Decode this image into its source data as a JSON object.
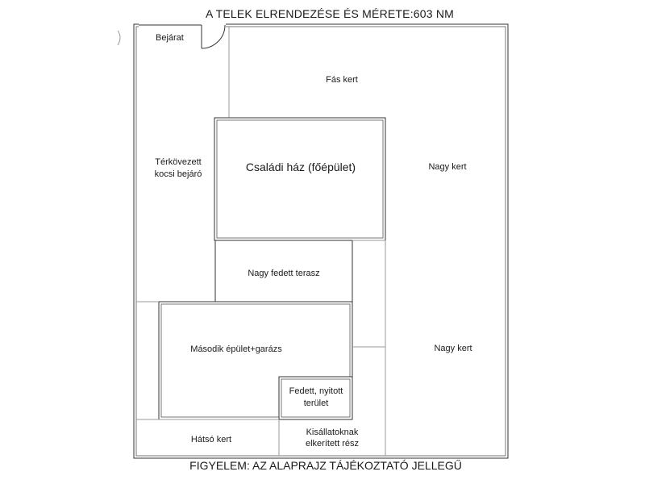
{
  "title": "A TELEK ELRENDEZÉSE ÉS MÉRETE:603 NM",
  "footer": "FIGYELEM: AZ ALAPRAJZ TÁJÉKOZTATÓ JELLEGŰ",
  "areas": {
    "bejarat": "Bejárat",
    "fas_kert": "Fás kert",
    "terkovezett_1": "Térkövezett",
    "terkovezett_2": "kocsi bejáró",
    "csaladi_haz": "Családi ház (főépület)",
    "nagy_kert_top": "Nagy kert",
    "nagy_fedett_terasz": "Nagy fedett terasz",
    "masodik_epulet": "Második épület+garázs",
    "nagy_kert_bottom": "Nagy kert",
    "fedett_1": "Fedett, nyitott",
    "fedett_2": "terület",
    "hatso_kert": "Hátsó kert",
    "kisallat_1": "Kisállatoknak",
    "kisallat_2": "elkerített rész"
  }
}
